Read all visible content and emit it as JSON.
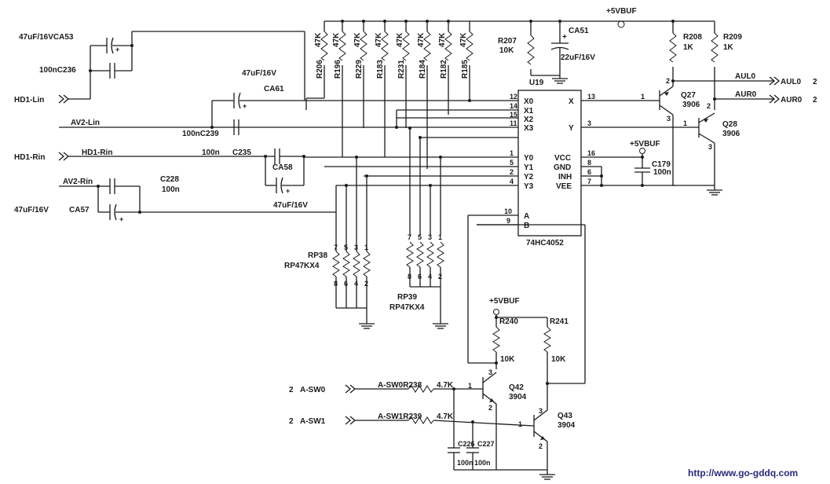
{
  "supply": {
    "vbuf_top": "+5VBUF",
    "vbuf_mid": "+5VBUF",
    "vbuf_low": "+5VBUF"
  },
  "inputs": {
    "hd1_lin": "HD1-Lin",
    "av2_lin": "AV2-Lin",
    "hd1_rin_left": "HD1-Rin",
    "hd1_rin_wire": "HD1-Rin",
    "av2_rin": "AV2-Rin"
  },
  "caps": {
    "ca53_label": "47uF/16VCA53",
    "c236": "100nC236",
    "ca61_value": "47uF/16V",
    "ca61": "CA61",
    "c239": "100nC239",
    "c235_value": "100n",
    "c235": "C235",
    "ca58": "CA58",
    "ca58_value": "47uF/16V",
    "c228": "C228",
    "c228_value": "100n",
    "ca57_value": "47uF/16V",
    "ca57": "CA57",
    "ca51": "CA51",
    "ca51_value": "22uF/16V",
    "c179": "C179",
    "c179_value": "100n",
    "c226": "C226",
    "c227": "C227",
    "c226_value": "100n",
    "c227_value": "100n"
  },
  "resistors_top": [
    {
      "name": "R206",
      "value": "47K"
    },
    {
      "name": "R196",
      "value": "47K"
    },
    {
      "name": "R229",
      "value": "47K"
    },
    {
      "name": "R183",
      "value": "47K"
    },
    {
      "name": "R231",
      "value": "47K"
    },
    {
      "name": "R184",
      "value": "47K"
    },
    {
      "name": "R182",
      "value": "47K"
    },
    {
      "name": "R185",
      "value": "47K"
    }
  ],
  "resistors_misc": {
    "r207": "R207",
    "r207_value": "10K",
    "r208": "R208",
    "r208_value": "1K",
    "r209": "R209",
    "r209_value": "1K",
    "r240": "R240",
    "r240_value": "10K",
    "r241": "R241",
    "r241_value": "10K",
    "r238": "A-SW0R238",
    "r238_value": "4.7K",
    "r239": "A-SW1R239",
    "r239_value": "4.7K"
  },
  "resnet": {
    "rp38": "RP38",
    "rp38_value": "RP47KX4",
    "rp39": "RP39",
    "rp39_value": "RP47KX4",
    "pins_top": [
      "7",
      "5",
      "3",
      "1"
    ],
    "pins_bottom": [
      "8",
      "6",
      "4",
      "2"
    ]
  },
  "ic": {
    "ref": "U19",
    "part": "74HC4052",
    "left_pins": [
      {
        "num": "12",
        "name": "X0"
      },
      {
        "num": "14",
        "name": "X1"
      },
      {
        "num": "15",
        "name": "X2"
      },
      {
        "num": "11",
        "name": "X3"
      },
      {
        "num": "1",
        "name": "Y0"
      },
      {
        "num": "5",
        "name": "Y1"
      },
      {
        "num": "2",
        "name": "Y2"
      },
      {
        "num": "4",
        "name": "Y3"
      },
      {
        "num": "10",
        "name": "A"
      },
      {
        "num": "9",
        "name": "B"
      }
    ],
    "right_pins": [
      {
        "num": "13",
        "name": "X"
      },
      {
        "num": "3",
        "name": "Y"
      },
      {
        "num": "16",
        "name": "VCC"
      },
      {
        "num": "8",
        "name": "GND"
      },
      {
        "num": "6",
        "name": "INH"
      },
      {
        "num": "7",
        "name": "VEE"
      }
    ]
  },
  "transistors": {
    "q27": "Q27",
    "q27_type": "3906",
    "q28": "Q28",
    "q28_type": "3906",
    "q42": "Q42",
    "q42_type": "3904",
    "q43": "Q43",
    "q43_type": "3904",
    "pin1": "1",
    "pin2": "2",
    "pin3": "3"
  },
  "outputs": {
    "aul0_net": "AUL0",
    "aul0_port": "AUL0",
    "aul0_pin": "2",
    "aur0_net": "AUR0",
    "aur0_port": "AUR0",
    "aur0_pin": "2"
  },
  "control": {
    "asw0": "A-SW0",
    "asw1": "A-SW1",
    "asw0_pin": "2",
    "asw1_pin": "2"
  },
  "watermark": "http://www.go-gddq.com"
}
